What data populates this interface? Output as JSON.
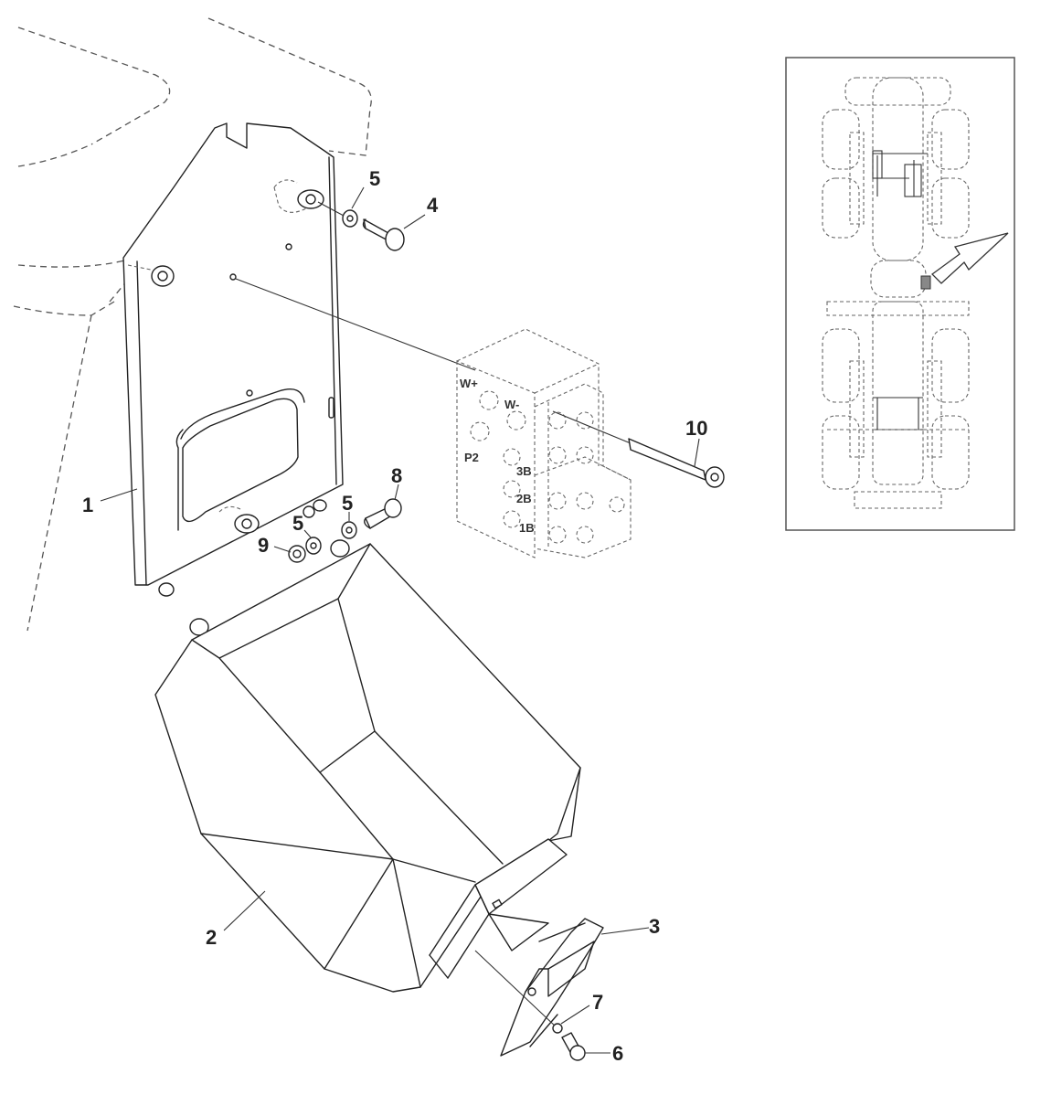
{
  "diagram": {
    "callouts": {
      "c1": "1",
      "c2": "2",
      "c3": "3",
      "c4": "4",
      "c5a": "5",
      "c5b": "5",
      "c5c": "5",
      "c6": "6",
      "c7": "7",
      "c8": "8",
      "c9": "9",
      "c10": "10"
    },
    "valve_ports": {
      "wplus": "W+",
      "wminus": "W-",
      "p2": "P2",
      "p3b": "3B",
      "p2b": "2B",
      "p1b": "1B"
    },
    "inset": {
      "marker_color": "#888888"
    }
  }
}
